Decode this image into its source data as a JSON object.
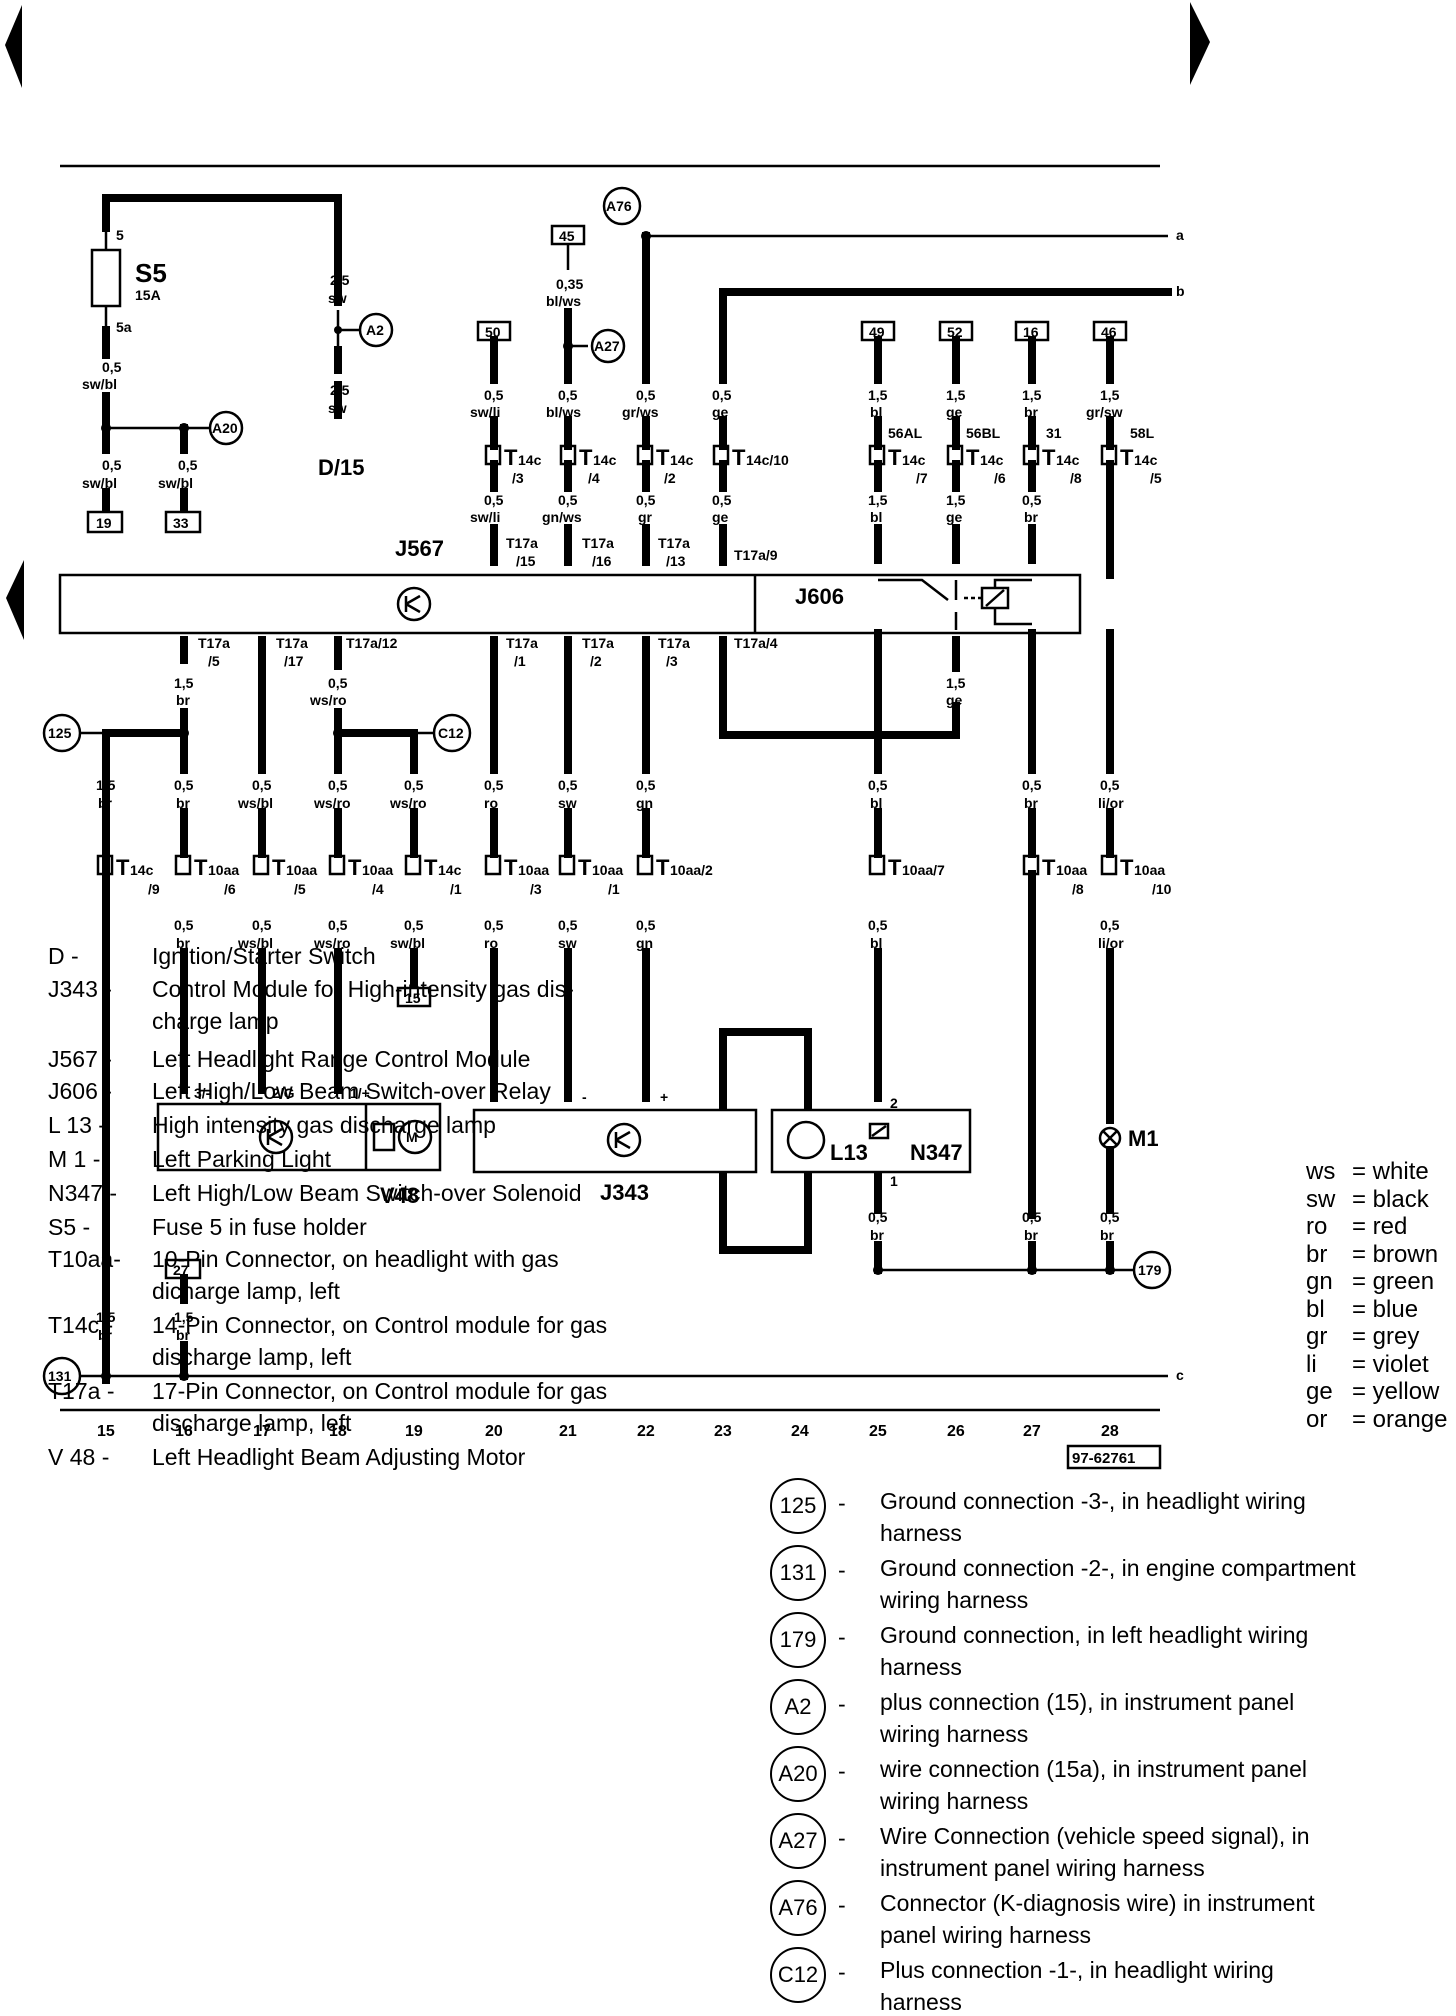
{
  "page_ref": "97-62761",
  "column_numbers": [
    "15",
    "16",
    "17",
    "18",
    "19",
    "20",
    "21",
    "22",
    "23",
    "24",
    "25",
    "26",
    "27",
    "28"
  ],
  "edge_refs": {
    "a": "a",
    "b": "b",
    "c": "c"
  },
  "fuse": {
    "id": "S5",
    "sub": "15A",
    "pin_top": "5",
    "pin_bottom": "5a"
  },
  "terminals": {
    "t19": "19",
    "t33": "33",
    "t45": "45",
    "t50": "50",
    "t49": "49",
    "t52": "52",
    "t16": "16",
    "t46": "46",
    "t15": "15",
    "t27": "27"
  },
  "connections": {
    "A76": "A76",
    "A2": "A2",
    "A27": "A27",
    "A20": "A20",
    "c125": "125",
    "C12": "C12",
    "c179": "179",
    "c131": "131"
  },
  "components_in_diagram": {
    "J567": "J567",
    "J606": "J606",
    "D15": "D/15",
    "V48": "V48",
    "J343": "J343",
    "L13": "L13",
    "N347": "N347",
    "M1": "M1"
  },
  "color_key": [
    {
      "code": "ws",
      "name": "= white"
    },
    {
      "code": "sw",
      "name": "= black"
    },
    {
      "code": "ro",
      "name": "= red"
    },
    {
      "code": "br",
      "name": "= brown"
    },
    {
      "code": "gn",
      "name": "= green"
    },
    {
      "code": "bl",
      "name": "= blue"
    },
    {
      "code": "gr",
      "name": "= grey"
    },
    {
      "code": "li",
      "name": "= violet"
    },
    {
      "code": "ge",
      "name": "= yellow"
    },
    {
      "code": "or",
      "name": "= orange"
    }
  ],
  "legend": [
    {
      "code": "D  -",
      "desc": "Ignition/Starter Switch"
    },
    {
      "code": "J343 -",
      "desc": "Control Module for High-intensity gas dis-"
    },
    {
      "code": "",
      "desc": "charge lamp"
    },
    {
      "code": "J567 -",
      "desc": "Left Headlight Range Control Module"
    },
    {
      "code": "J606 -",
      "desc": "Left High/Low Beam Switch-over Relay"
    },
    {
      "code": "L 13 -",
      "desc": "High intensity gas discharge lamp"
    },
    {
      "code": "M 1 -",
      "desc": "Left Parking Light"
    },
    {
      "code": "N347 -",
      "desc": "Left High/Low Beam Switch-over Solenoid"
    },
    {
      "code": "S5  -",
      "desc": "Fuse 5 in fuse holder"
    },
    {
      "code": "T10aa-",
      "desc": "10-Pin Connector, on headlight  with gas"
    },
    {
      "code": "",
      "desc": "dicharge lamp, left"
    },
    {
      "code": "T14c -",
      "desc": "14-Pin Connector, on Control module for gas"
    },
    {
      "code": "",
      "desc": "discharge lamp, left"
    },
    {
      "code": "T17a -",
      "desc": "17-Pin Connector, on Control module for gas"
    },
    {
      "code": "",
      "desc": "discharge lamp, left"
    },
    {
      "code": "V 48 -",
      "desc": "Left Headlight Beam Adjusting Motor"
    }
  ],
  "ground_legend": [
    {
      "id": "125",
      "line1": "Ground connection -3-, in headlight wiring",
      "line2": "harness"
    },
    {
      "id": "131",
      "line1": "Ground connection -2-, in engine compartment",
      "line2": "wiring harness"
    },
    {
      "id": "179",
      "line1": "Ground connection, in left headlight wiring",
      "line2": "harness"
    },
    {
      "id": "A2",
      "line1": " plus connection (15), in instrument panel",
      "line2": "wiring harness"
    },
    {
      "id": "A20",
      "line1": " wire connection (15a), in instrument panel",
      "line2": "wiring harness"
    },
    {
      "id": "A27",
      "line1": "Wire Connection (vehicle speed signal), in",
      "line2": "instrument panel  wiring harness"
    },
    {
      "id": "A76",
      "line1": " Connector (K-diagnosis wire) in instrument",
      "line2": "panel wiring harness"
    },
    {
      "id": "C12",
      "line1": " Plus connection -1-, in headlight wiring",
      "line2": "harness"
    }
  ]
}
